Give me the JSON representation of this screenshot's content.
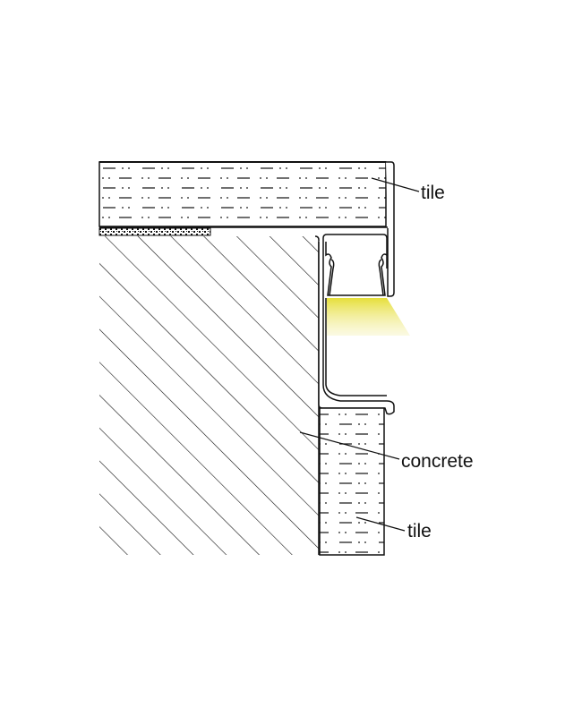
{
  "labels": {
    "tile_top": "tile",
    "concrete": "concrete",
    "tile_bottom": "tile"
  },
  "colors": {
    "line": "#111111",
    "light_beam": "#e8e04a",
    "background": "#ffffff"
  },
  "components": [
    "tile",
    "adhesive layer",
    "concrete",
    "aluminium LED profile",
    "LED strip",
    "light beam",
    "tile"
  ]
}
